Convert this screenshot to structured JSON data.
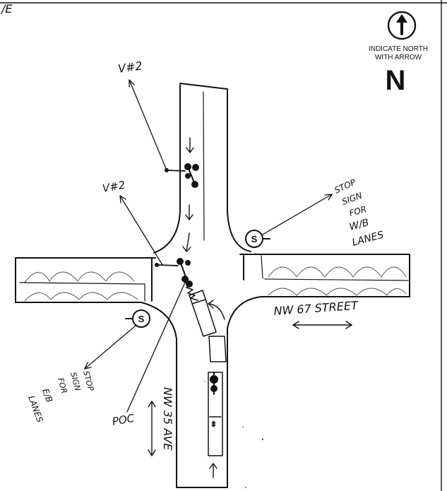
{
  "corner_mark": "/E",
  "north_indicator": {
    "caption_line1": "INDICATE NORTH",
    "caption_line2": "WITH ARROW",
    "letter": "N"
  },
  "labels": {
    "vehicle_2_upper": "V#2",
    "vehicle_2_lower": "V#2",
    "stop_sign_wb": [
      "STOP",
      "SIGN",
      "FOR",
      "W/B",
      "LANES"
    ],
    "stop_sign_eb": [
      "STOP",
      "SIGN",
      "FOR",
      "E/B",
      "LANES"
    ],
    "poc": "POC",
    "street_ew": "NW 67 STREET",
    "street_ns": "NW 35 AVE",
    "stop_symbol": "S"
  }
}
